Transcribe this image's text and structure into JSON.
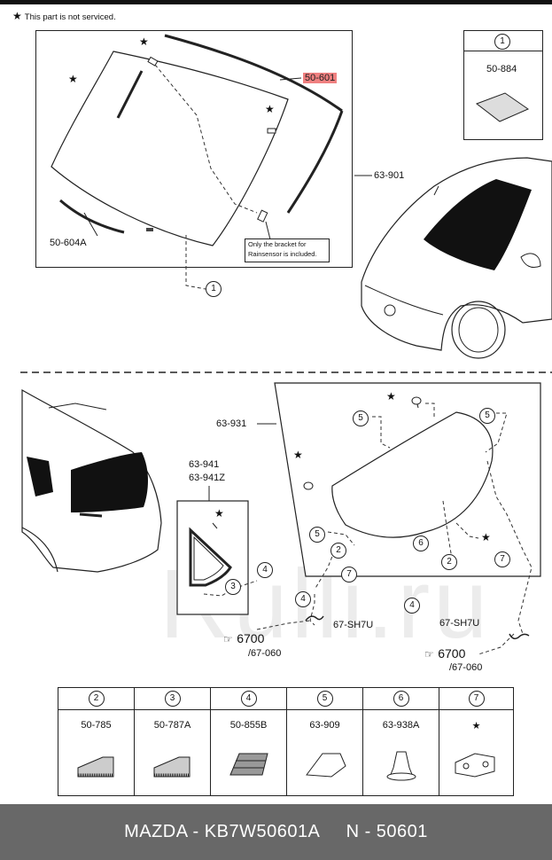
{
  "note": "This part is not serviced.",
  "top_section": {
    "label_main": "50-601",
    "label_molding": "63-901",
    "label_lower": "50-604A",
    "bracket_note_line1": "Only the bracket for",
    "bracket_note_line2": "Rainsensor is included.",
    "ref_circle": "1",
    "inset": {
      "circle": "1",
      "part": "50-884"
    }
  },
  "bottom_section": {
    "label_backdoor": "63-931",
    "label_quarter_1": "63-941",
    "label_quarter_2": "63-941Z",
    "label_wire_left": "67-SH7U",
    "label_wire_right": "67-SH7U",
    "ref_left_main": "6700",
    "ref_left_sub": "/67-060",
    "ref_right_main": "6700",
    "ref_right_sub": "/67-060",
    "circles": {
      "c5a": "5",
      "c5b": "5",
      "c5c": "5",
      "c2a": "2",
      "c2b": "2",
      "c7a": "7",
      "c7b": "7",
      "c6": "6",
      "c4a": "4",
      "c4b": "4",
      "c4c": "4",
      "c3": "3"
    }
  },
  "parts_table": [
    {
      "circle": "2",
      "part": "50-785"
    },
    {
      "circle": "3",
      "part": "50-787A"
    },
    {
      "circle": "4",
      "part": "50-855B"
    },
    {
      "circle": "5",
      "part": "63-909"
    },
    {
      "circle": "6",
      "part": "63-938A"
    },
    {
      "circle": "7",
      "part": "★"
    }
  ],
  "watermark": "Rulli.ru",
  "footer": {
    "brand": "MAZDA",
    "sep1": " - ",
    "part_number": "KB7W50601A",
    "sep2": "     N - ",
    "ref": "50601"
  }
}
